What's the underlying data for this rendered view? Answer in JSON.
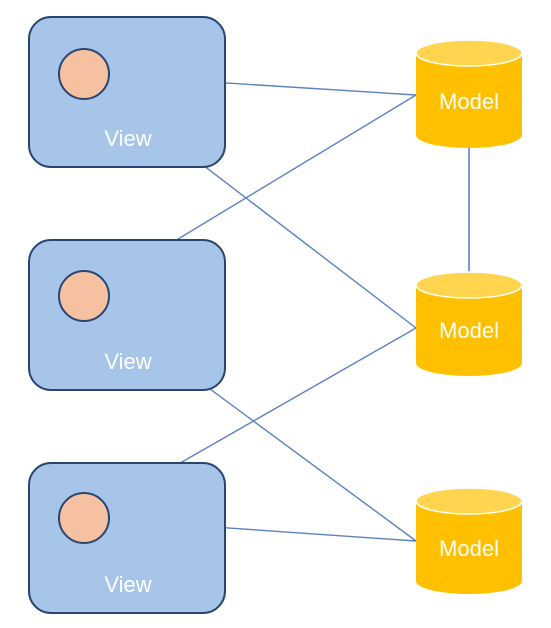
{
  "diagram": {
    "views": [
      {
        "label": "View"
      },
      {
        "label": "View"
      },
      {
        "label": "View"
      }
    ],
    "models": [
      {
        "label": "Model"
      },
      {
        "label": "Model"
      },
      {
        "label": "Model"
      }
    ],
    "view_model_links": [
      {
        "view": 0,
        "model": 0
      },
      {
        "view": 0,
        "model": 1
      },
      {
        "view": 1,
        "model": 0
      },
      {
        "view": 1,
        "model": 2
      },
      {
        "view": 2,
        "model": 1
      },
      {
        "view": 2,
        "model": 2
      }
    ],
    "model_model_links": [
      {
        "from": 0,
        "to": 1
      }
    ],
    "colors": {
      "view_fill": "#a6c5e8",
      "view_border": "#2a4670",
      "view_dot_fill": "#f5c1a1",
      "model_fill": "#ffc000",
      "model_top": "#ffd54f",
      "link": "#5b81c0",
      "label_text": "#ffffff"
    }
  }
}
